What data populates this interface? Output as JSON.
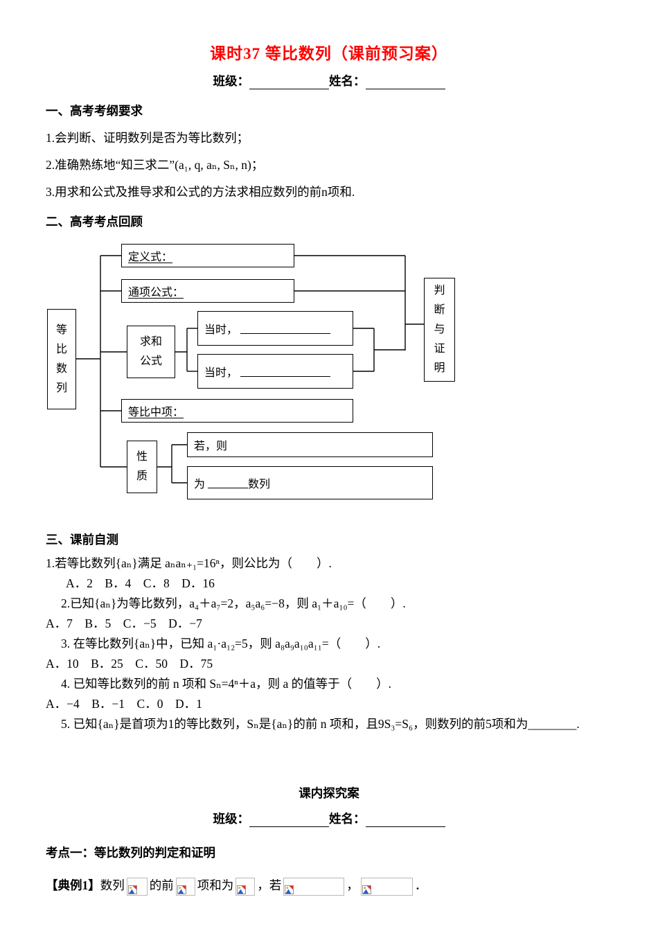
{
  "title": "课时37 等比数列（课前预习案）",
  "header": {
    "class_label": "班级：",
    "name_label": "姓名："
  },
  "syllabus": {
    "heading": "一、高考考纲要求",
    "items": [
      "1.会判断、证明数列是否为等比数列；",
      "2.准确熟练地“知三求二”(a₁, q, aₙ, Sₙ, n)；",
      "3.用求和公式及推导求和公式的方法求相应数列的前n项和."
    ]
  },
  "review": {
    "heading": "二、高考考点回顾",
    "diagram": {
      "root": "等\n比\n数\n列",
      "definition": "定义式：",
      "general_formula": "通项公式：",
      "sum_formula": "求和\n公式",
      "case1_label": "当时，",
      "case2_label": "当时，",
      "geometric_mean": "等比中项：",
      "properties": "性\n质",
      "if_then": "若，则",
      "for_prefix": "为",
      "for_suffix": "数列",
      "judgement": "判\n断\n与\n证\n明"
    }
  },
  "selftest": {
    "heading": "三、课前自测",
    "lines": [
      "1.若等比数列{aₙ}满足 aₙaₙ₊₁=16ⁿ，则公比为（　　）.",
      "A．2　B．4　C．8　D．16",
      "2.已知{aₙ}为等比数列，a₄＋a₇=2，a₅a₆=−8，则 a₁＋a₁₀=（　　）.",
      "A．7　B．5　C．−5　D．−7",
      "3. 在等比数列{aₙ}中，已知 a₁·a₁₂=5，则 a₈a₉a₁₀a₁₁=（　　）.",
      "A．10　B．25　C．50　D．75",
      "4. 已知等比数列的前 n 项和 Sₙ=4ⁿ＋a，则 a 的值等于（　　）.",
      "A．−4　B．−1　C．0　D．1",
      "5. 已知{aₙ}是首项为1的等比数列，Sₙ是{aₙ}的前 n 项和，且9S₃=S₆，则数列的前5项和为________."
    ]
  },
  "exploration": {
    "heading": "课内探究案",
    "class_label": "班级：",
    "name_label": "姓名：",
    "topic": "考点一：等比数列的判定和证明",
    "example": {
      "label": "【典例1】",
      "t1": "数列",
      "t2": "的前",
      "t3": "项和为",
      "t4": "，若",
      "t5": "，",
      "t6": "．"
    }
  }
}
